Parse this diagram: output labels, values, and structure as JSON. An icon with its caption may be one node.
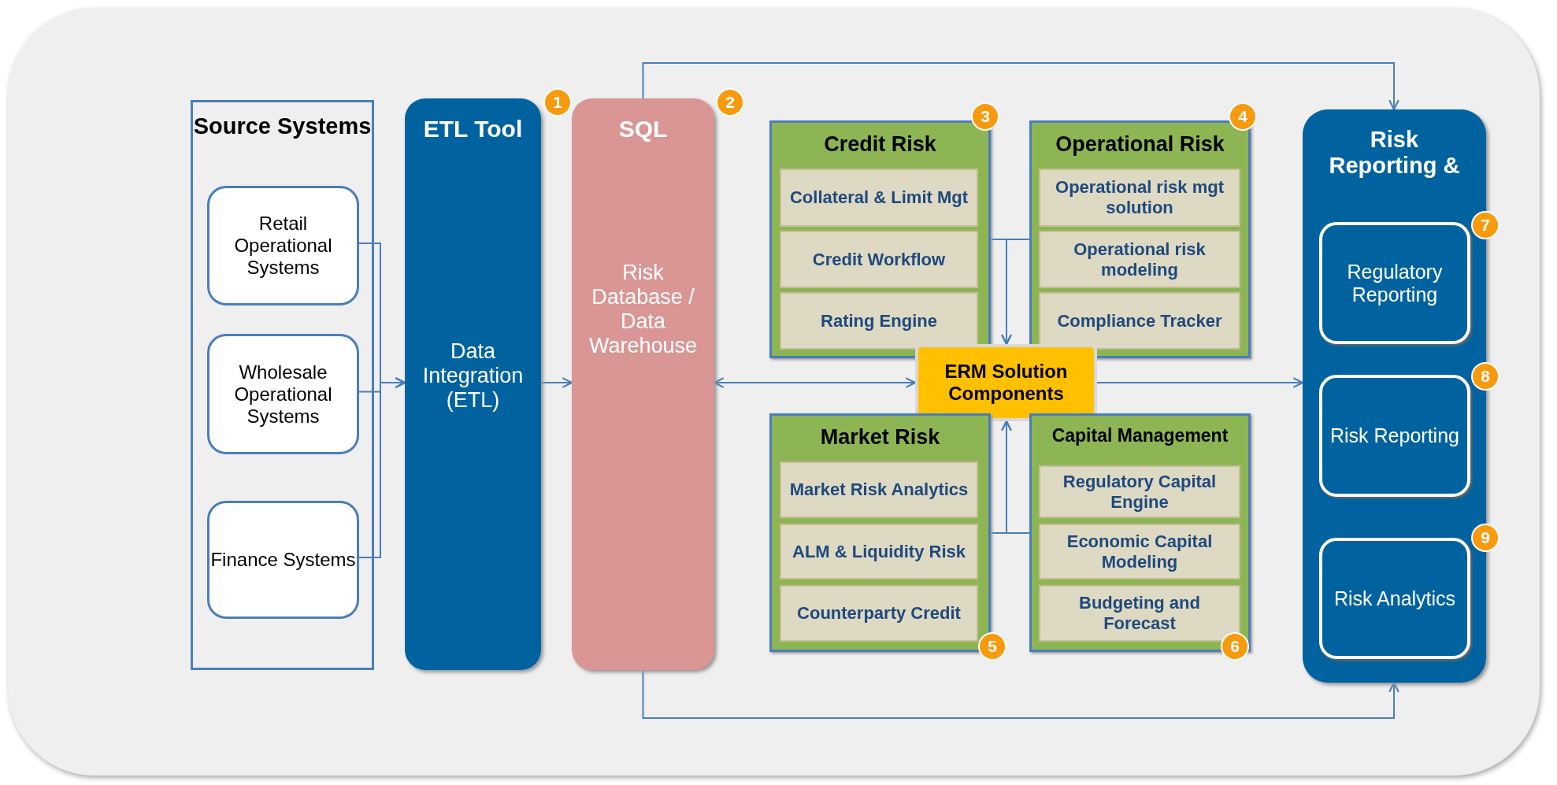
{
  "diagram": {
    "nodes": [
      {
        "text": [
          "Source Systems"
        ]
      },
      {
        "text": [
          "Retail Operational Systems"
        ],
        "in": 0
      },
      {
        "text": [
          "Wholesale Operational Systems"
        ],
        "in": 0
      },
      {
        "text": [
          "Finance Systems"
        ],
        "in": 0
      },
      {
        "text": [
          "ETL Tool",
          "Data Integration (ETL)"
        ],
        "beside": [
          "1"
        ]
      },
      {
        "text": [
          "SQL",
          "Risk Database / Data Warehouse"
        ],
        "beside": [
          "2"
        ]
      },
      {
        "text": [
          "Credit Risk"
        ],
        "beside": [
          "3"
        ]
      },
      {
        "text": [
          "Collateral & Limit Mgt"
        ],
        "in": 6
      },
      {
        "text": [
          "Credit Workflow"
        ],
        "in": 6
      },
      {
        "text": [
          "Rating Engine"
        ],
        "in": 6
      },
      {
        "text": [
          "Operational Risk"
        ],
        "beside": [
          "4"
        ]
      },
      {
        "text": [
          "Operational risk mgt solution"
        ],
        "in": 10
      },
      {
        "text": [
          "Operational risk modeling"
        ],
        "in": 10
      },
      {
        "text": [
          "Compliance Tracker"
        ],
        "in": 10
      },
      {
        "text": [
          "ERM Solution Components"
        ]
      },
      {
        "text": [
          "Market Risk"
        ],
        "beside": [
          "5"
        ]
      },
      {
        "text": [
          "Market Risk Analytics"
        ],
        "in": 15
      },
      {
        "text": [
          "ALM & Liquidity Risk"
        ],
        "in": 15
      },
      {
        "text": [
          "Counterparty Credit"
        ],
        "in": 15
      },
      {
        "text": [
          "Capital Management"
        ],
        "beside": [
          "6"
        ]
      },
      {
        "text": [
          "Regulatory Capital Engine"
        ],
        "in": 19
      },
      {
        "text": [
          "Economic Capital Modeling"
        ],
        "in": 19
      },
      {
        "text": [
          "Budgeting and Forecast"
        ],
        "in": 19
      },
      {
        "text": [
          "Risk Reporting &"
        ]
      },
      {
        "text": [
          "Regulatory Reporting"
        ],
        "in": 23,
        "beside": [
          "7"
        ]
      },
      {
        "text": [
          "Risk Reporting"
        ],
        "in": 23,
        "beside": [
          "8"
        ]
      },
      {
        "text": [
          "Risk Analytics"
        ],
        "in": 23,
        "beside": [
          "9"
        ]
      }
    ],
    "edges": [
      {
        "from": 1,
        "to": 4,
        "arrow": "to"
      },
      {
        "from": 2,
        "to": 4,
        "arrow": "to"
      },
      {
        "from": 3,
        "to": 4,
        "arrow": "to"
      },
      {
        "from": 4,
        "to": 5,
        "arrow": "to"
      },
      {
        "from": 5,
        "to": 14,
        "arrow": "both"
      },
      {
        "from": 14,
        "to": 23,
        "arrow": "to"
      },
      {
        "from": 5,
        "to": 23,
        "arrow": "to"
      },
      {
        "from": 5,
        "to": 23,
        "arrow": "to"
      },
      {
        "from": 6,
        "to": 14,
        "arrow": "to"
      },
      {
        "from": 10,
        "to": 14,
        "arrow": "to"
      },
      {
        "from": 15,
        "to": 14,
        "arrow": "to"
      },
      {
        "from": 19,
        "to": 14,
        "arrow": "to"
      }
    ]
  }
}
